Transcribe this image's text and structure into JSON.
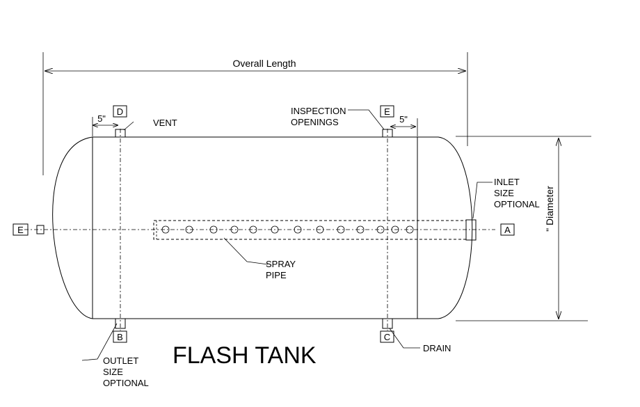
{
  "dimensions": {
    "overall_length": "Overall Length",
    "diameter": "\" Diameter",
    "offset_left": "5\"",
    "offset_right": "5\""
  },
  "connections": {
    "A": "A",
    "B": "B",
    "C": "C",
    "D": "D",
    "E_top": "E",
    "E_left": "E"
  },
  "labels": {
    "vent": "VENT",
    "inspection_line1": "INSPECTION",
    "inspection_line2": "OPENINGS",
    "inlet_line1": "INLET",
    "inlet_line2": "SIZE",
    "inlet_line3": "OPTIONAL",
    "spray_line1": "SPRAY",
    "spray_line2": "PIPE",
    "outlet_line1": "OUTLET",
    "outlet_line2": "SIZE",
    "outlet_line3": "OPTIONAL",
    "drain": "DRAIN"
  },
  "title": "FLASH TANK",
  "spray_holes_count": 13
}
